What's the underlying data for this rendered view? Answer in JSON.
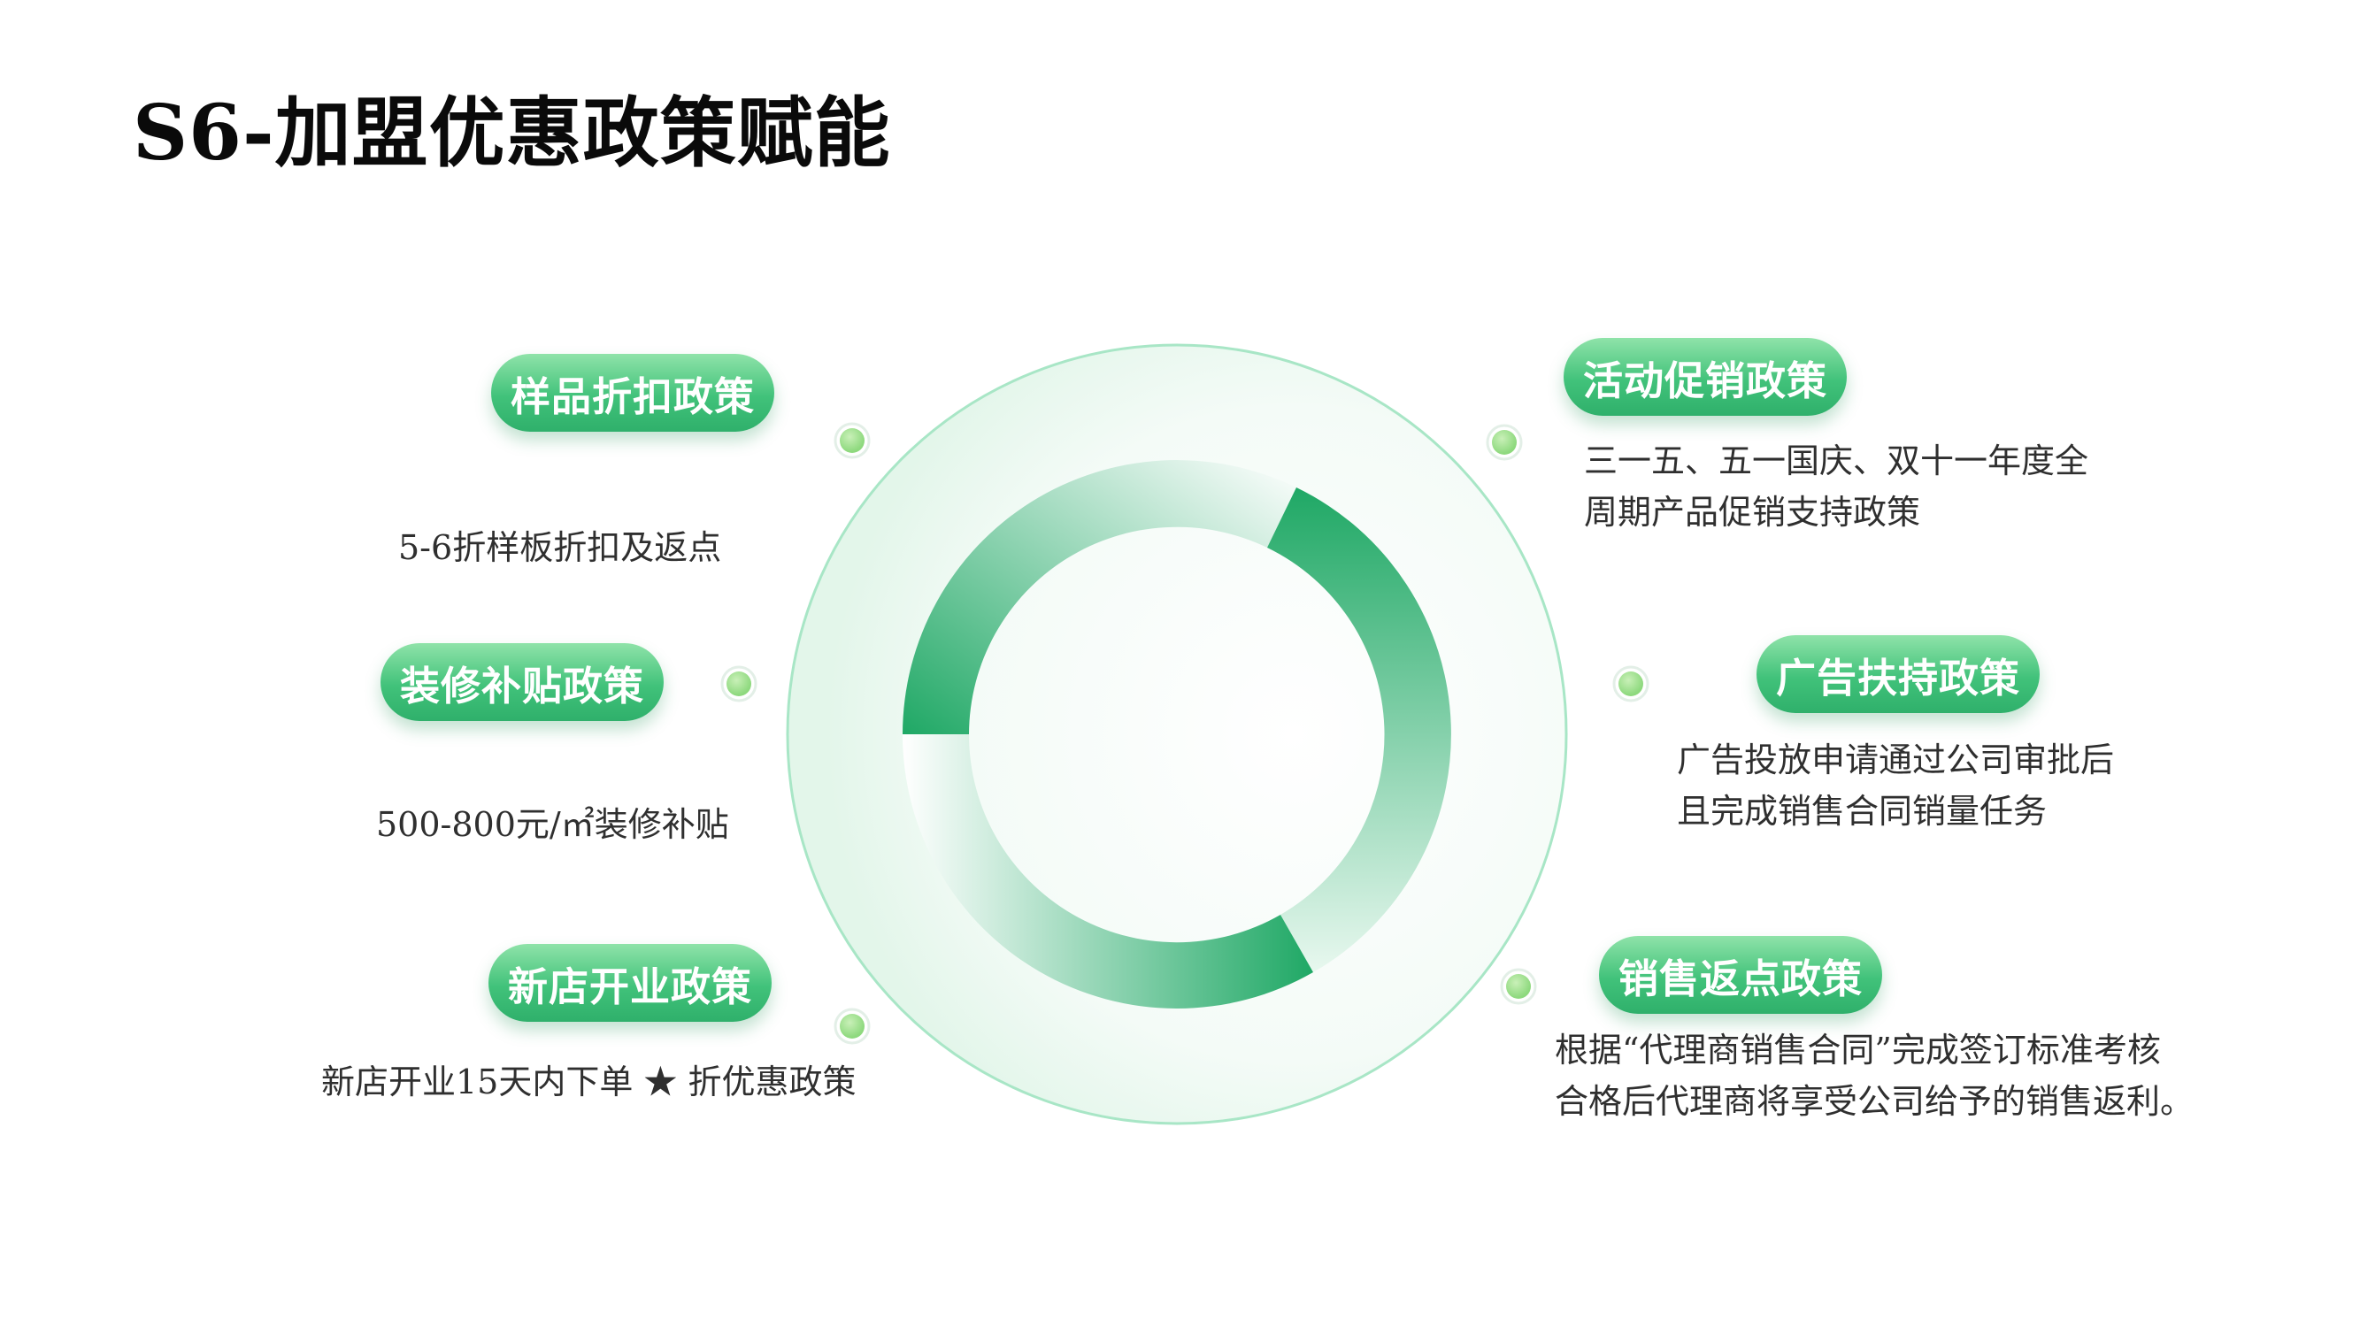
{
  "title": "S6-加盟优惠政策赋能",
  "colors": {
    "accent": "#2fb06b",
    "accent_light": "#a8e6c0",
    "dot": "#a6e58f"
  },
  "policies": [
    {
      "label": "样品折扣政策",
      "desc": [
        "5-6折样板折扣及返点"
      ]
    },
    {
      "label": "装修补贴政策",
      "desc": [
        "500-800元/㎡装修补贴"
      ]
    },
    {
      "label": "新店开业政策",
      "desc": [
        "新店开业15天内下单 ★ 折优惠政策"
      ]
    },
    {
      "label": "活动促销政策",
      "desc": [
        "三一五、五一国庆、双十一年度全",
        "周期产品促销支持政策"
      ]
    },
    {
      "label": "广告扶持政策",
      "desc": [
        "广告投放申请通过公司审批后",
        "且完成销售合同销量任务"
      ]
    },
    {
      "label": "销售返点政策",
      "desc": [
        "根据“代理商销售合同”完成签订标准考核",
        "合格后代理商将享受公司给予的销售返利。"
      ]
    }
  ]
}
